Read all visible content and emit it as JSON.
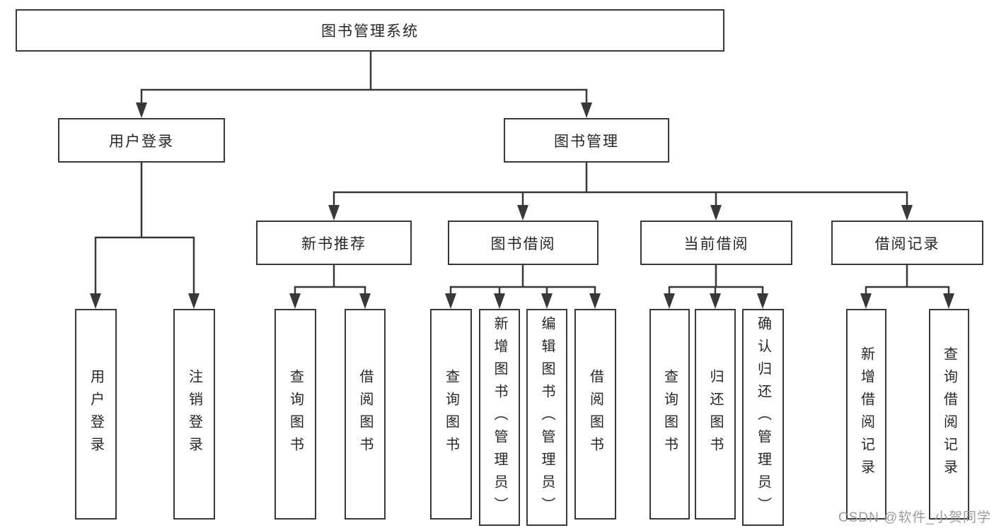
{
  "diagram": {
    "root": {
      "label": "图书管理系统"
    },
    "branches": [
      {
        "label": "用户登录",
        "children": [
          {
            "label": "用户登录"
          },
          {
            "label": "注销登录"
          }
        ]
      },
      {
        "label": "图书管理",
        "children": [
          {
            "label": "新书推荐",
            "children": [
              {
                "label": "查询图书"
              },
              {
                "label": "借阅图书"
              }
            ]
          },
          {
            "label": "图书借阅",
            "children": [
              {
                "label": "查询图书"
              },
              {
                "label": "新增图书（管理员）"
              },
              {
                "label": "编辑图书（管理员）"
              },
              {
                "label": "借阅图书"
              }
            ]
          },
          {
            "label": "当前借阅",
            "children": [
              {
                "label": "查询图书"
              },
              {
                "label": "归还图书"
              },
              {
                "label": "确认归还（管理员）"
              }
            ]
          },
          {
            "label": "借阅记录",
            "children": [
              {
                "label": "新增借阅记录"
              },
              {
                "label": "查询借阅记录"
              }
            ]
          }
        ]
      }
    ]
  },
  "watermark": {
    "text": "CSDN @软件_小贺同学"
  },
  "colors": {
    "line": "#383838",
    "box_border": "#383838",
    "text": "#262626",
    "watermark": "#9c9c9c",
    "background": "#ffffff"
  }
}
